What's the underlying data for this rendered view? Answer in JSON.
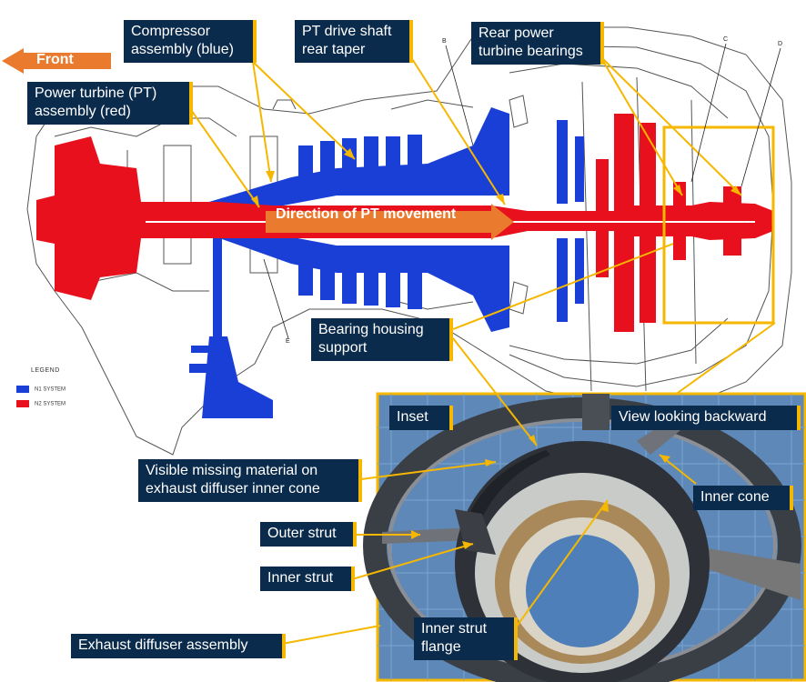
{
  "labels": {
    "front": "Front",
    "compressor": "Compressor assembly (blue)",
    "pt_shaft": "PT drive shaft rear taper",
    "rear_bearings": "Rear power turbine bearings",
    "pt_assembly": "Power turbine (PT) assembly (red)",
    "direction": "Direction of PT movement",
    "bearing_housing": "Bearing housing support",
    "inset": "Inset",
    "view": "View looking backward",
    "missing_material": "Visible missing material on exhaust diffuser inner cone",
    "inner_cone": "Inner cone",
    "outer_strut": "Outer strut",
    "inner_strut": "Inner strut",
    "inner_strut_flange": "Inner strut flange",
    "exhaust_diffuser": "Exhaust diffuser assembly"
  },
  "legend": {
    "title": "LEGEND",
    "n1": "N1 SYSTEM",
    "n2": "N2 SYSTEM"
  },
  "section_letters": [
    "B",
    "C",
    "D",
    "E"
  ],
  "colors": {
    "label_bg": "#0b2b4c",
    "accent": "#f5b700",
    "compressor_blue": "#1a3fd6",
    "turbine_red": "#e8101c",
    "arrow_orange": "#ea7a2e"
  }
}
